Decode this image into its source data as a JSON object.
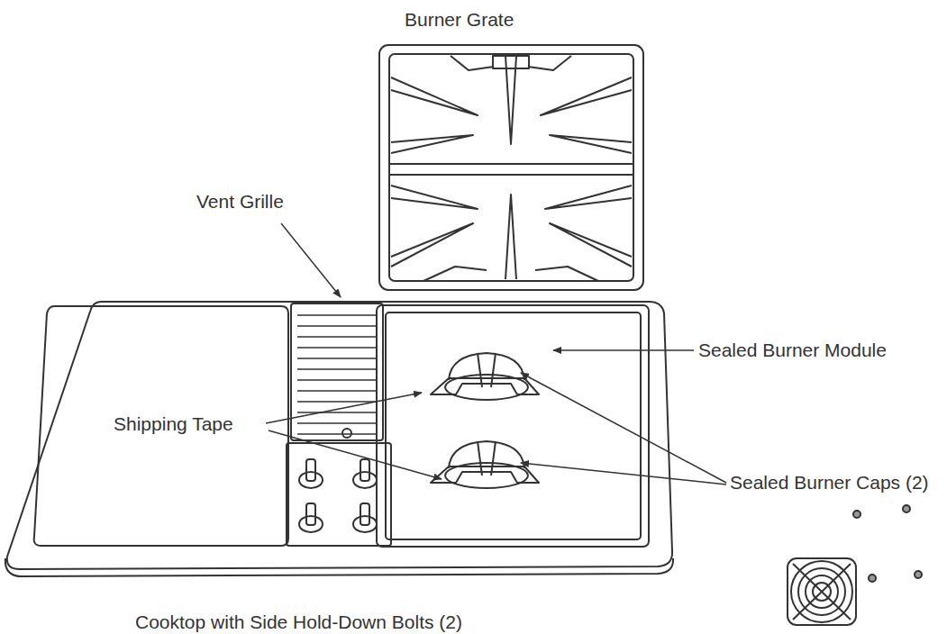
{
  "diagram": {
    "labels": [
      "Burner Grate",
      "Vent Grille",
      "Sealed Burner Module",
      "Shipping Tape",
      "Sealed Burner Caps (2)",
      "Cooktop with Side Hold-Down Bolts (2)"
    ]
  }
}
